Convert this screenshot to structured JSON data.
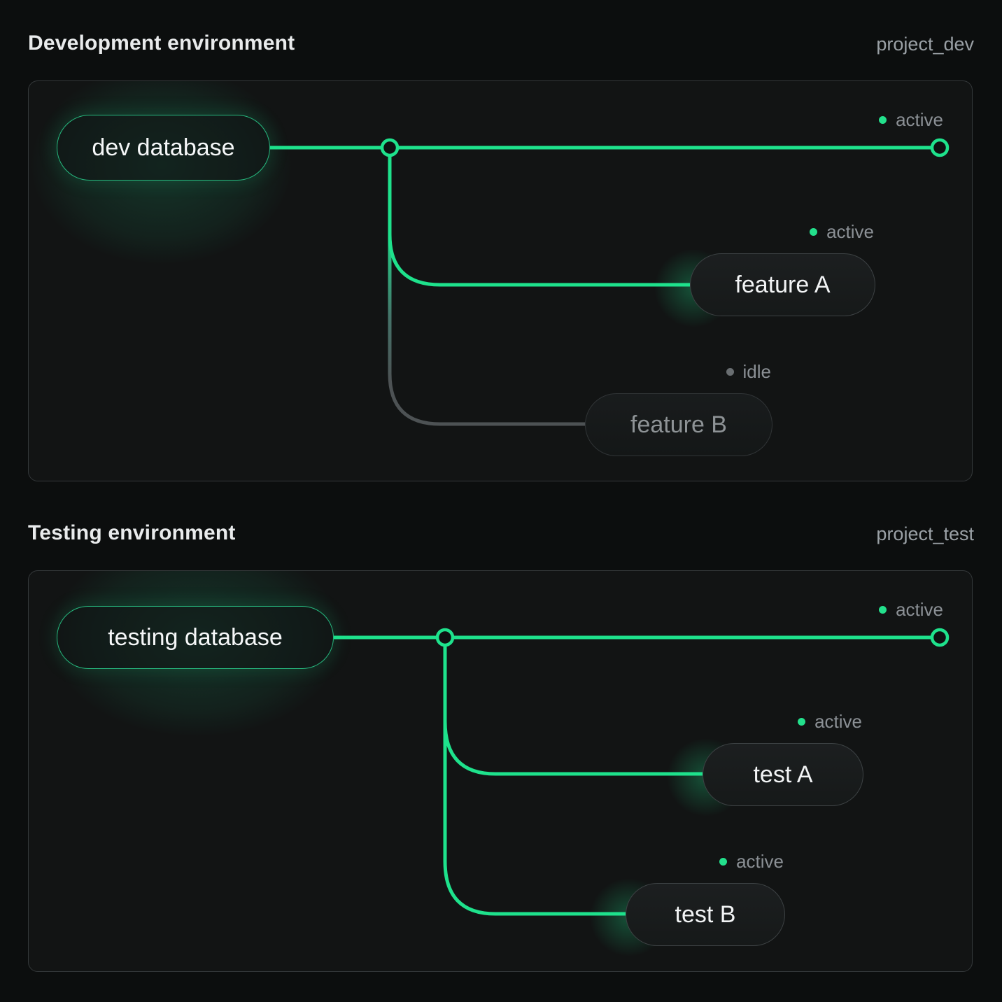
{
  "colors": {
    "accent_green": "#1ee28c",
    "idle_grey": "#505456",
    "status_text_grey": "#8b9095",
    "panel_border": "#34383a",
    "background": "#0c0e0e"
  },
  "environments": [
    {
      "title": "Development environment",
      "project_label": "project_dev",
      "trunk": {
        "label": "dev database",
        "status": "active",
        "state": "active"
      },
      "branches": [
        {
          "label": "feature A",
          "status": "active",
          "state": "active"
        },
        {
          "label": "feature B",
          "status": "idle",
          "state": "idle"
        }
      ]
    },
    {
      "title": "Testing environment",
      "project_label": "project_test",
      "trunk": {
        "label": "testing database",
        "status": "active",
        "state": "active"
      },
      "branches": [
        {
          "label": "test A",
          "status": "active",
          "state": "active"
        },
        {
          "label": "test B",
          "status": "active",
          "state": "active"
        }
      ]
    }
  ]
}
